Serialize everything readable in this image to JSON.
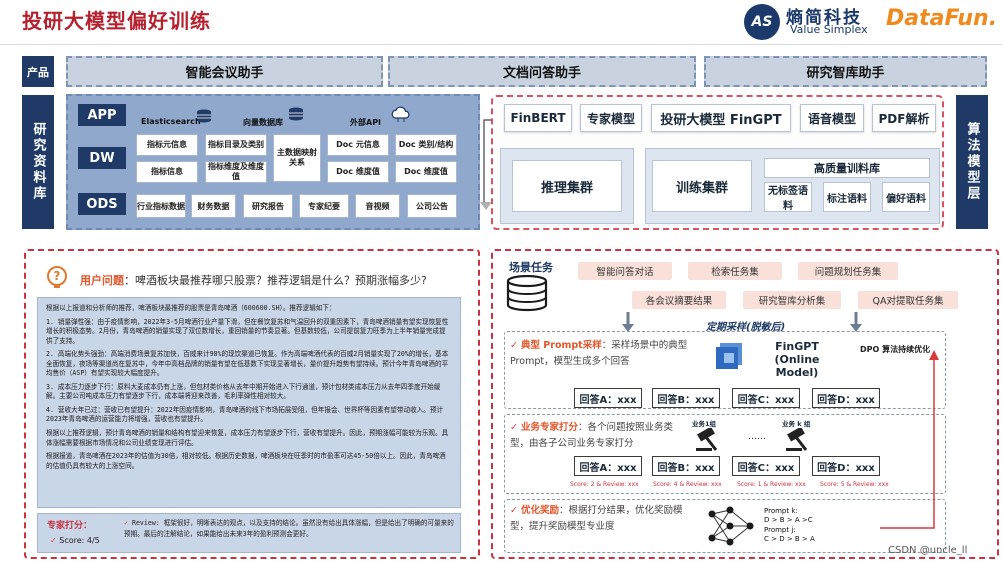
{
  "header": {
    "title": "投研大模型偏好训练",
    "logo_mark": "AS",
    "logo_cn": "熵简科技",
    "logo_en": "Value Simplex",
    "datafun_logo": "DataFun."
  },
  "layers": {
    "product": "产品",
    "research_db": "研究资料库",
    "algo_model": "算法模型层"
  },
  "products": [
    "智能会议助手",
    "文档问答助手",
    "研究智库助手"
  ],
  "data_layers": {
    "app": "APP",
    "dw": "DW",
    "ods": "ODS",
    "elasticsearch": "Elasticsearch",
    "vector_db": "向量数据库",
    "external_api": "外部API",
    "dw_cells": [
      "指标元信息",
      "指标目录及类别",
      "主数据映射关系",
      "Doc 元信息",
      "Doc 类别/结构",
      "指标信息",
      "指标维度及维度值",
      "Doc 维度值",
      "Doc 维度值"
    ],
    "ods_cells": [
      "行业指标数据",
      "财务数据",
      "研究报告",
      "专家纪要",
      "音视频",
      "公司公告"
    ]
  },
  "models": {
    "finbert": "FinBERT",
    "expert": "专家模型",
    "fingpt": "投研大模型 FinGPT",
    "speech": "语音模型",
    "pdf": "PDF解析",
    "inference": "推理集群",
    "training": "训练集群",
    "corpus_title": "高质量训料库",
    "corpus": [
      "无标签语料",
      "标注语料",
      "偏好语料"
    ]
  },
  "question": {
    "label": "用户问题",
    "text": "：啤酒板块最推荐哪只股票？推荐逻辑是什么？预期涨幅多少?"
  },
  "answer_paragraphs": [
    "根据以上报道和分析师的推荐，啤酒板块最推荐的股票是青岛啤酒（600600.SH）。推荐逻辑如下：",
    "1. 销量弹性强：由于疫情影响，2022年3-5月啤酒行业产量下滑，但在餐饮复苏和气温回升的双重因素下，青岛啤酒销量有望实现恢复性增长的积极态势。2月份，青岛啤酒的销量实现了双位数增长，重回销量的节奏显著。但基数较低，公司提前复力旺季为上半年销量完成提供了支持。",
    "2. 高端化势头强劲：高端消费场景复苏加快，百威来计98%的现饮渠道已恢复。作为高端啤酒代表的百威2月销量实现了20%的增长，基本全面恢复，夜场等渠道尚在复苏中，今年中高档品牌的销量有望在低基数下实现显著增长，量价提升趋势有望持续。预计今年青岛啤酒的平均售价（ASP）有望实现较大幅度提升。",
    "3. 成本压力逐步下行：原料大麦成本仍有上涨，但包材类价格从去年中期开始进入下行通道，预计包材类成本压力从去年四季度开始缓解。主要公司吨成本压力有望逐步下行，成本端将迎来改善，毛利率弹性相对较大。",
    "4. 营收大年已过：营收已有望提升：2022年因疫情影响，青岛啤酒的线下市场拓展受阻，但年报会、世界杯等因素有望带动收入。预计2023年青岛啤酒的运营能力将增强，营收也有望提升。",
    "根据以上推荐逻辑，预计青岛啤酒的销量和结构有望迎来恢复，成本压力有望逐步下行，营收有望提升。因此，预期涨幅可能较为乐观。具体涨幅需要根据市场情况和公司业绩变现进行评估。",
    "根据报道，青岛啤酒在2023年的估值为30倍，相对较低。根据历史数据，啤酒板块在旺季时的市盈率可达45-50倍以上。因此，青岛啤酒的估值仍具有较大的上涨空间。"
  ],
  "expert": {
    "label": "专家打分：",
    "review_label": "Review: 框架很好，明晰表达的观点，以及支持的结论。虽然没有给出具体涨幅，但是给出了明确的可量来的预期。最后的注解结论，如果能给出未来3年的盈利预测会更好。",
    "score": "Score: 4/5"
  },
  "tasks": {
    "title": "场景任务",
    "items": [
      "智能问答对话",
      "检索任务集",
      "问题规划任务集",
      "各会议摘要结果",
      "研究智库分析集",
      "QA对提取任务集"
    ],
    "sampling": "定期采样(脱敏后)"
  },
  "typical": {
    "label": "典型 Prompt采样",
    "desc": "：采样场景中的典型 Prompt，模型生成多个回答",
    "fingpt_line1": "FinGPT",
    "fingpt_line2": "(Online Model)",
    "dpo": "DPO 算法持续优化",
    "answers": [
      "回答A：xxx",
      "回答B：xxx",
      "回答C：xxx",
      "回答D：xxx"
    ]
  },
  "expert_scoring": {
    "label": "业务专家打分",
    "desc": "：各个问题按照业务类型，由各子公司业务专家打分",
    "group1": "业务1组",
    "groupk": "业务 k 组",
    "dots": "……",
    "answers": [
      "回答A：xxx",
      "回答B：xxx",
      "回答C：xxx",
      "回答D：xxx"
    ],
    "scores": [
      "Score: 2 & Review: xxx",
      "Score: 4 & Review: xxx",
      "Score: 1 & Review: xxx",
      "Score: 5 & Review: xxx"
    ]
  },
  "reward": {
    "label": "优化奖励",
    "desc": "：根据打分结果，优化奖励模型，提升奖励模型专业度",
    "prompt_k": "Prompt k:",
    "rank_k": "D > B > A >C",
    "prompt_j": "Prompt j:",
    "rank_j": "C > D > B > A"
  },
  "watermark": "CSDN @uncle_ll"
}
